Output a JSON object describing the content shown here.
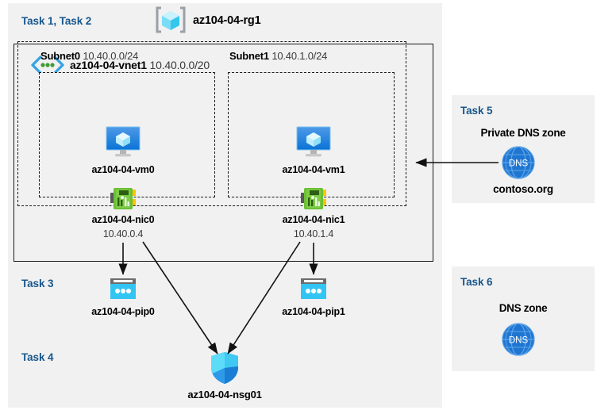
{
  "diagram": {
    "resource_group": {
      "task_label": "Task 1, Task 2",
      "name": "az104-04-rg1",
      "icon": "resource-group-cube-icon"
    },
    "vnet": {
      "name": "az104-04-vnet1",
      "address_space": "10.40.0.0/20",
      "icon": "virtual-network-icon"
    },
    "subnets": [
      {
        "name": "Subnet0",
        "address_space": "10.40.0.0/24",
        "vm": {
          "name": "az104-04-vm0",
          "icon": "virtual-machine-icon"
        },
        "nic": {
          "name": "az104-04-nic0",
          "ip": "10.40.0.4",
          "icon": "network-interface-icon"
        }
      },
      {
        "name": "Subnet1",
        "address_space": "10.40.1.0/24",
        "vm": {
          "name": "az104-04-vm1",
          "icon": "virtual-machine-icon"
        },
        "nic": {
          "name": "az104-04-nic1",
          "ip": "10.40.1.4",
          "icon": "network-interface-icon"
        }
      }
    ],
    "task3": {
      "label": "Task 3",
      "public_ips": [
        {
          "name": "az104-04-pip0",
          "icon": "public-ip-address-icon"
        },
        {
          "name": "az104-04-pip1",
          "icon": "public-ip-address-icon"
        }
      ]
    },
    "task4": {
      "label": "Task 4",
      "nsg": {
        "name": "az104-04-nsg01",
        "icon": "network-security-group-shield-icon"
      }
    },
    "task5": {
      "label": "Task 5",
      "title": "Private DNS zone",
      "zone_name": "contoso.org",
      "icon": "dns-globe-icon"
    },
    "task6": {
      "label": "Task 6",
      "title": "DNS zone",
      "icon": "dns-globe-icon"
    },
    "colors": {
      "task_label": "#17568c",
      "panel_background": "#f1f1f1",
      "border": "#1a1a1a",
      "azure_blue": "#0078d4",
      "cyan": "#32c5f4",
      "nic_green": "#5aaa1e",
      "dns_blue": "#1f76d2"
    }
  }
}
